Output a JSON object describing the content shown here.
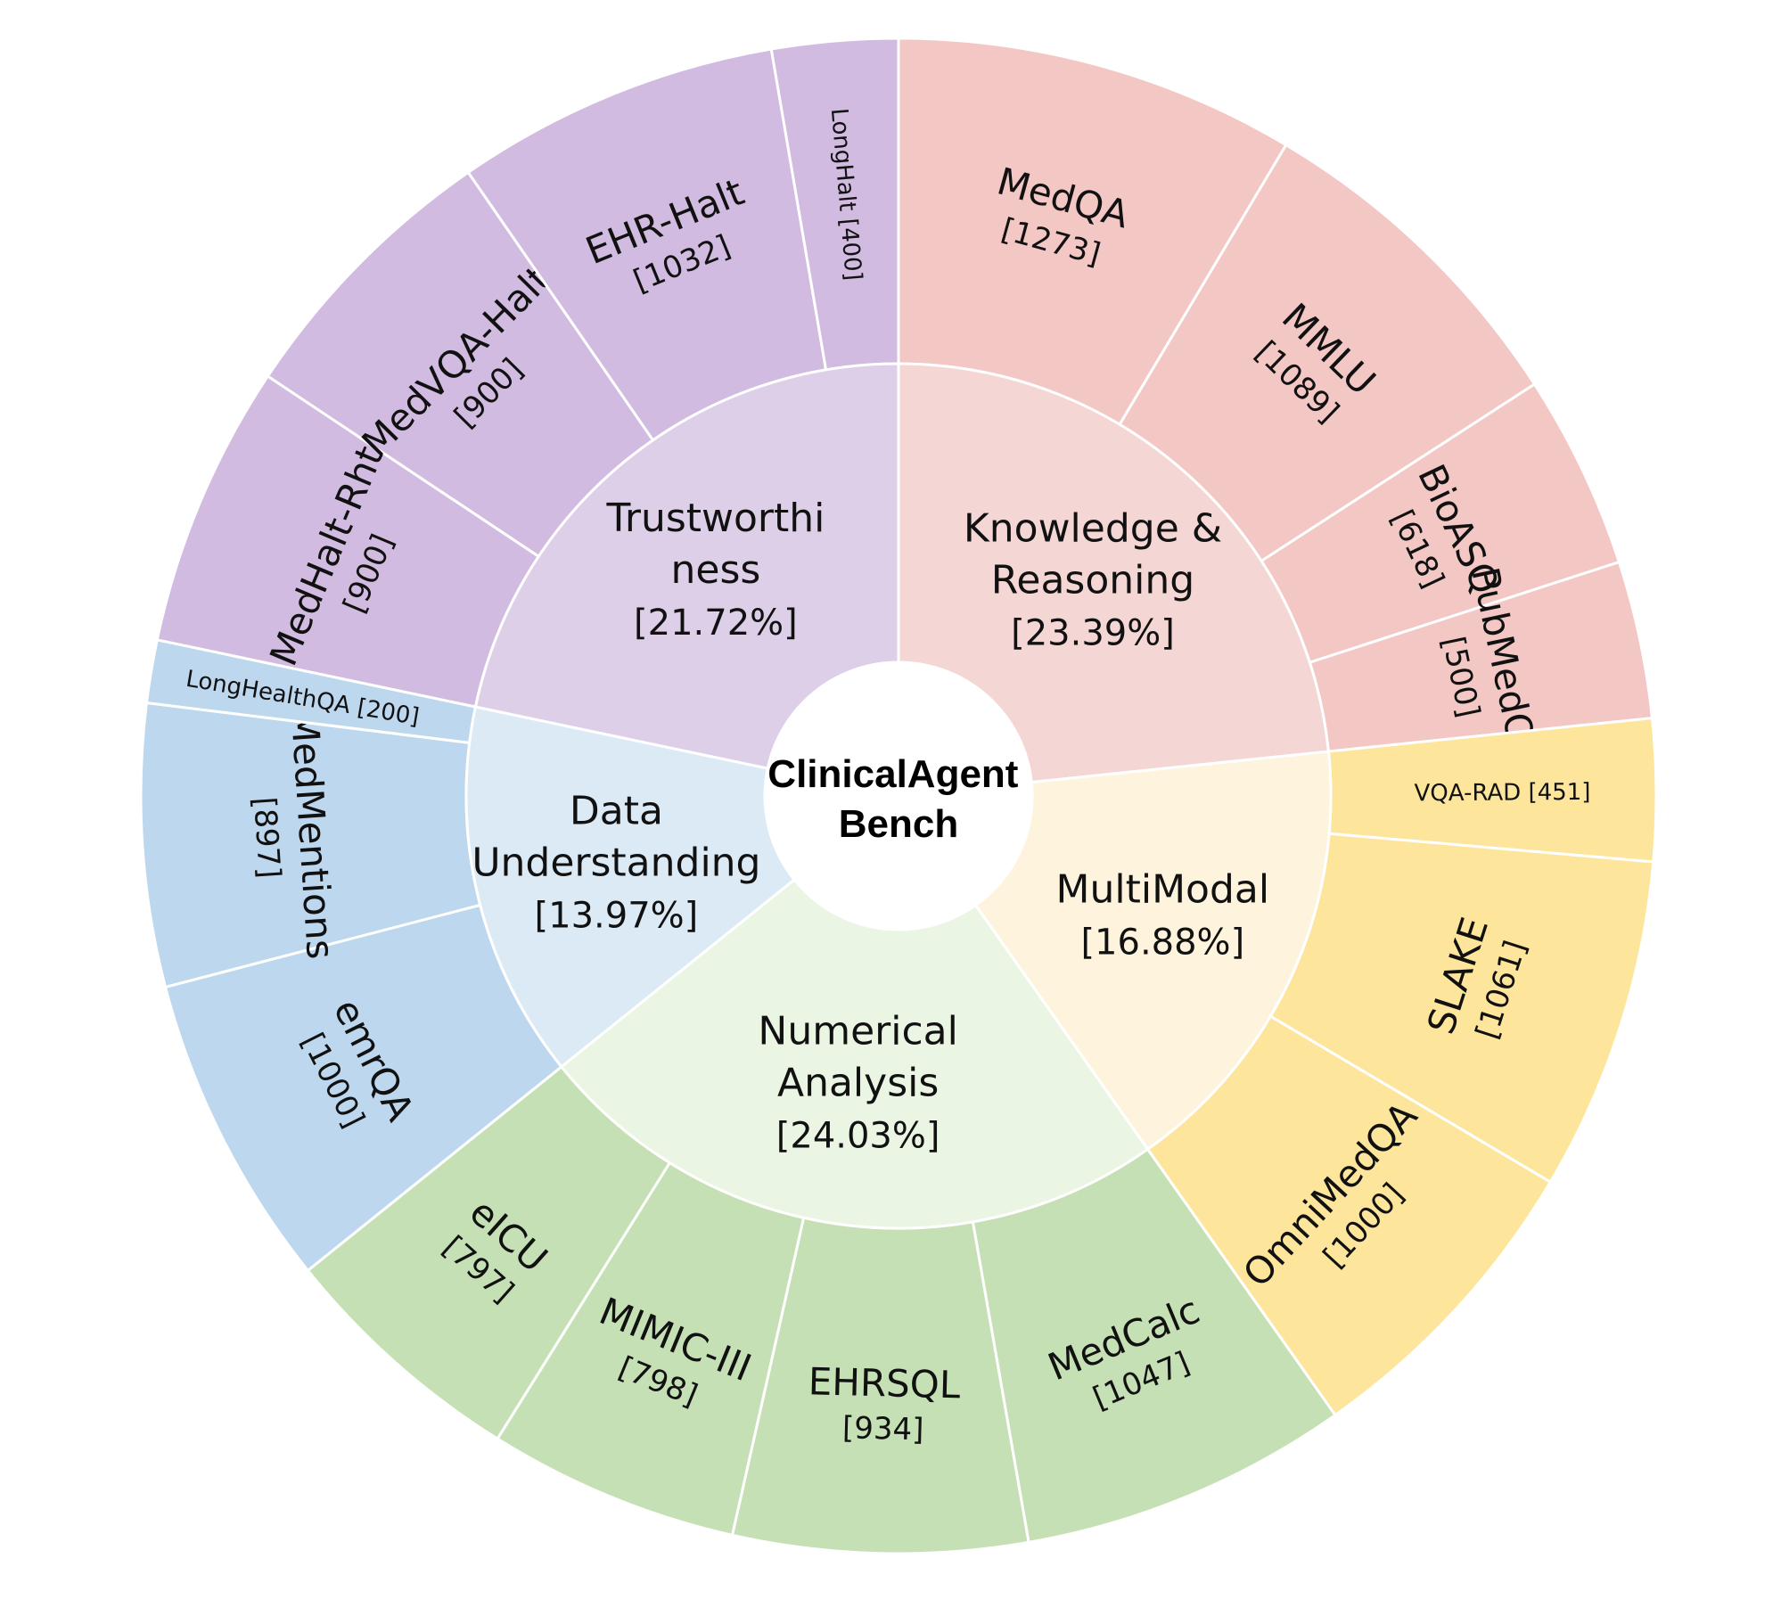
{
  "chart_data": {
    "type": "sunburst",
    "center_label": [
      "ClinicalAgent",
      "Bench"
    ],
    "categories": [
      {
        "name": "Knowledge & Reasoning",
        "label_lines": [
          "Knowledge &",
          "Reasoning"
        ],
        "percent_label": "[23.39%]",
        "inner_color": "#f4d6d5",
        "outer_color": "#f2c7c4",
        "children": [
          {
            "name": "MedQA",
            "value": 1273,
            "count_label": "[1273]"
          },
          {
            "name": "MMLU",
            "value": 1089,
            "count_label": "[1089]"
          },
          {
            "name": "BioASQ",
            "value": 618,
            "count_label": "[618]"
          },
          {
            "name": "PubMedQA",
            "value": 500,
            "count_label": "[500]"
          }
        ]
      },
      {
        "name": "MultiModal",
        "label_lines": [
          "MultiModal"
        ],
        "percent_label": "[16.88%]",
        "inner_color": "#fef4dd",
        "outer_color": "#fde59c",
        "children": [
          {
            "name": "VQA-RAD",
            "value": 451,
            "count_label": "[451]"
          },
          {
            "name": "SLAKE",
            "value": 1061,
            "count_label": "[1061]"
          },
          {
            "name": "OmniMedQA",
            "value": 1000,
            "count_label": "[1000]"
          }
        ]
      },
      {
        "name": "Numerical Analysis",
        "label_lines": [
          "Numerical",
          "Analysis"
        ],
        "percent_label": "[24.03%]",
        "inner_color": "#ebf5e4",
        "outer_color": "#c6e0b5",
        "children": [
          {
            "name": "MedCalc",
            "value": 1047,
            "count_label": "[1047]"
          },
          {
            "name": "EHRSQL",
            "value": 934,
            "count_label": "[934]"
          },
          {
            "name": "MIMIC-III",
            "value": 798,
            "count_label": "[798]"
          },
          {
            "name": "eICU",
            "value": 797,
            "count_label": "[797]"
          }
        ]
      },
      {
        "name": "Data Understanding",
        "label_lines": [
          "Data",
          "Understanding"
        ],
        "percent_label": "[13.97%]",
        "inner_color": "#dceaf6",
        "outer_color": "#bdd7ee",
        "children": [
          {
            "name": "emrQA",
            "value": 1000,
            "count_label": "[1000]"
          },
          {
            "name": "MedMentions",
            "value": 897,
            "count_label": "[897]"
          },
          {
            "name": "LongHealthQA",
            "value": 200,
            "count_label": "[200]"
          }
        ]
      },
      {
        "name": "Trustworthiness",
        "label_lines": [
          "Trustworthi",
          "ness"
        ],
        "percent_label": "[21.72%]",
        "inner_color": "#decfe8",
        "outer_color": "#d1bbe0",
        "children": [
          {
            "name": "MedHalt-Rht",
            "value": 900,
            "count_label": "[900]"
          },
          {
            "name": "MedVQA-Halt",
            "value": 900,
            "count_label": "[900]"
          },
          {
            "name": "EHR-Halt",
            "value": 1032,
            "count_label": "[1032]"
          },
          {
            "name": "LongHalt",
            "value": 400,
            "count_label": "[400]"
          }
        ]
      }
    ]
  }
}
